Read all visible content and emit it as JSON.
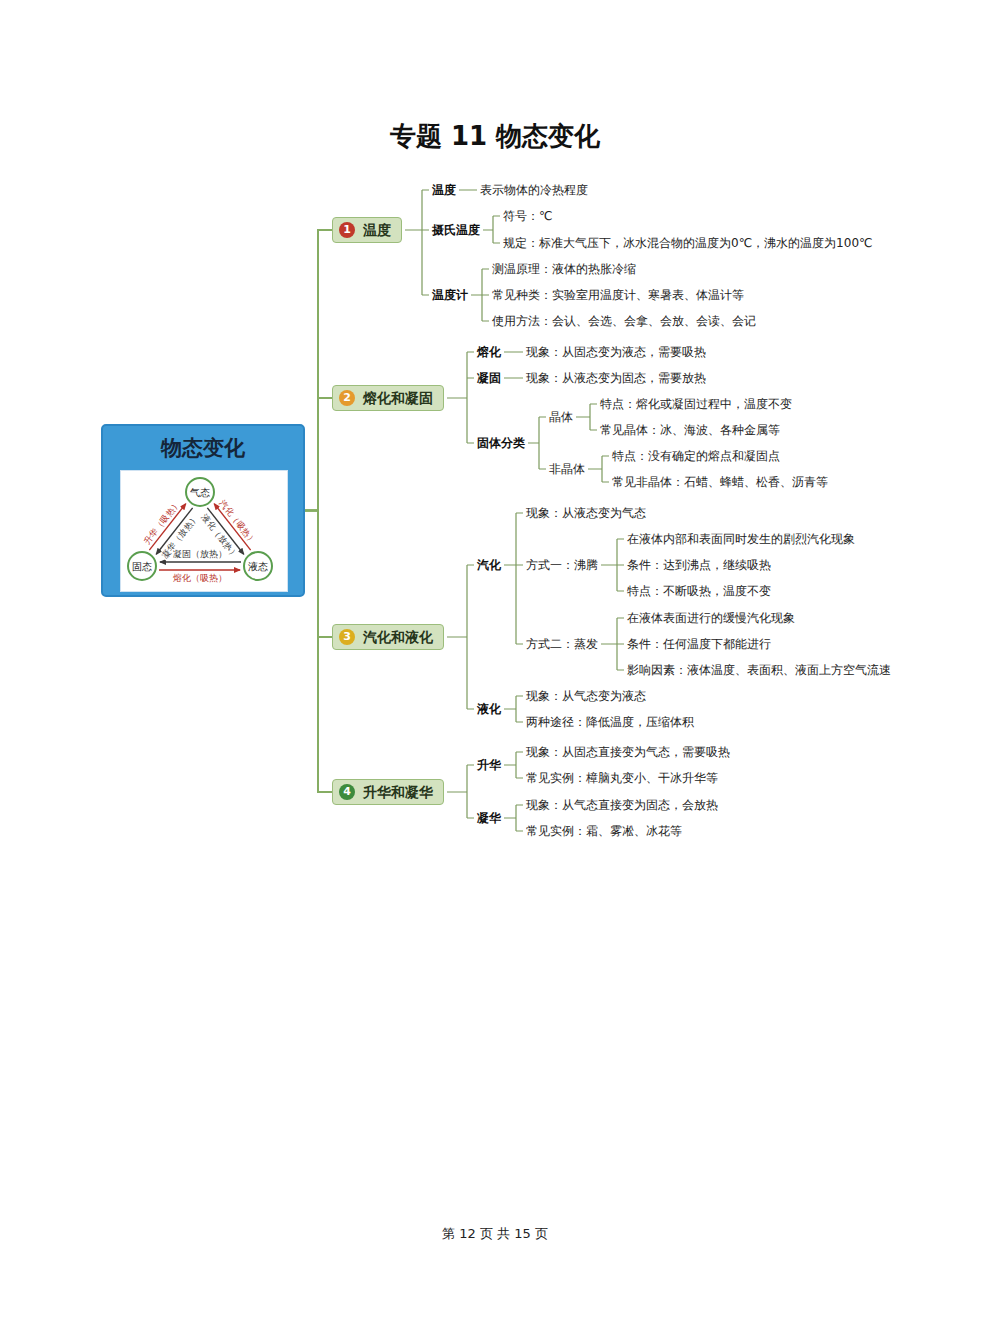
{
  "diagram": {
    "title": "专题 11  物态变化",
    "nodes": [
      {
        "text": [
          "物态变化"
        ]
      },
      {
        "text": [
          "气态"
        ],
        "in": 0
      },
      {
        "text": [
          "固态"
        ],
        "in": 0
      },
      {
        "text": [
          "液态"
        ],
        "in": 0
      },
      {
        "text": [
          "1",
          "温度"
        ]
      },
      {
        "text": [
          "2",
          "熔化和凝固"
        ]
      },
      {
        "text": [
          "3",
          "汽化和液化"
        ]
      },
      {
        "text": [
          "4",
          "升华和凝华"
        ]
      }
    ],
    "edges": [
      {
        "from": 0,
        "to": 4,
        "arrow": "none"
      },
      {
        "from": 0,
        "to": 5,
        "arrow": "none"
      },
      {
        "from": 0,
        "to": 6,
        "arrow": "none"
      },
      {
        "from": 0,
        "to": 7,
        "arrow": "none"
      },
      {
        "from": 2,
        "to": 1,
        "label": "升华（吸热）",
        "arrow": "to"
      },
      {
        "from": 1,
        "to": 2,
        "label": "凝华（放热）",
        "arrow": "to"
      },
      {
        "from": 3,
        "to": 1,
        "label": "汽化（吸热）",
        "arrow": "to"
      },
      {
        "from": 1,
        "to": 3,
        "label": "液化（放热）",
        "arrow": "to"
      },
      {
        "from": 3,
        "to": 2,
        "label": "凝固（放热）",
        "arrow": "to"
      },
      {
        "from": 2,
        "to": 3,
        "label": "熔化（吸热）",
        "arrow": "to"
      }
    ],
    "labels": [
      "温度",
      "表示物体的冷热程度",
      "摄氏温度",
      "符号：℃",
      "规定：标准大气压下，冰水混合物的温度为0℃，沸水的温度为100℃",
      "温度计",
      "测温原理：液体的热胀冷缩",
      "常见种类：实验室用温度计、寒暑表、体温计等",
      "使用方法：会认、会选、会拿、会放、会读、会记",
      "熔化",
      "现象：从固态变为液态，需要吸热",
      "凝固",
      "现象：从液态变为固态，需要放热",
      "固体分类",
      "晶体",
      "特点：熔化或凝固过程中，温度不变",
      "常见晶体：冰、海波、各种金属等",
      "非晶体",
      "特点：没有确定的熔点和凝固点",
      "常见非晶体：石蜡、蜂蜡、松香、沥青等",
      "汽化",
      "现象：从液态变为气态",
      "方式一：沸腾",
      "在液体内部和表面同时发生的剧烈汽化现象",
      "条件：达到沸点，继续吸热",
      "特点：不断吸热，温度不变",
      "方式二：蒸发",
      "在液体表面进行的缓慢汽化现象",
      "条件：任何温度下都能进行",
      "影响因素：液体温度、表面积、液面上方空气流速",
      "液化",
      "现象：从气态变为液态",
      "两种途径：降低温度，压缩体积",
      "升华",
      "现象：从固态直接变为气态，需要吸热",
      "常见实例：樟脑丸变小、干冰升华等",
      "凝华",
      "现象：从气态直接变为固态，会放热",
      "常见实例：霜、雾凇、冰花等",
      "第 12 页 共 15 页"
    ]
  }
}
